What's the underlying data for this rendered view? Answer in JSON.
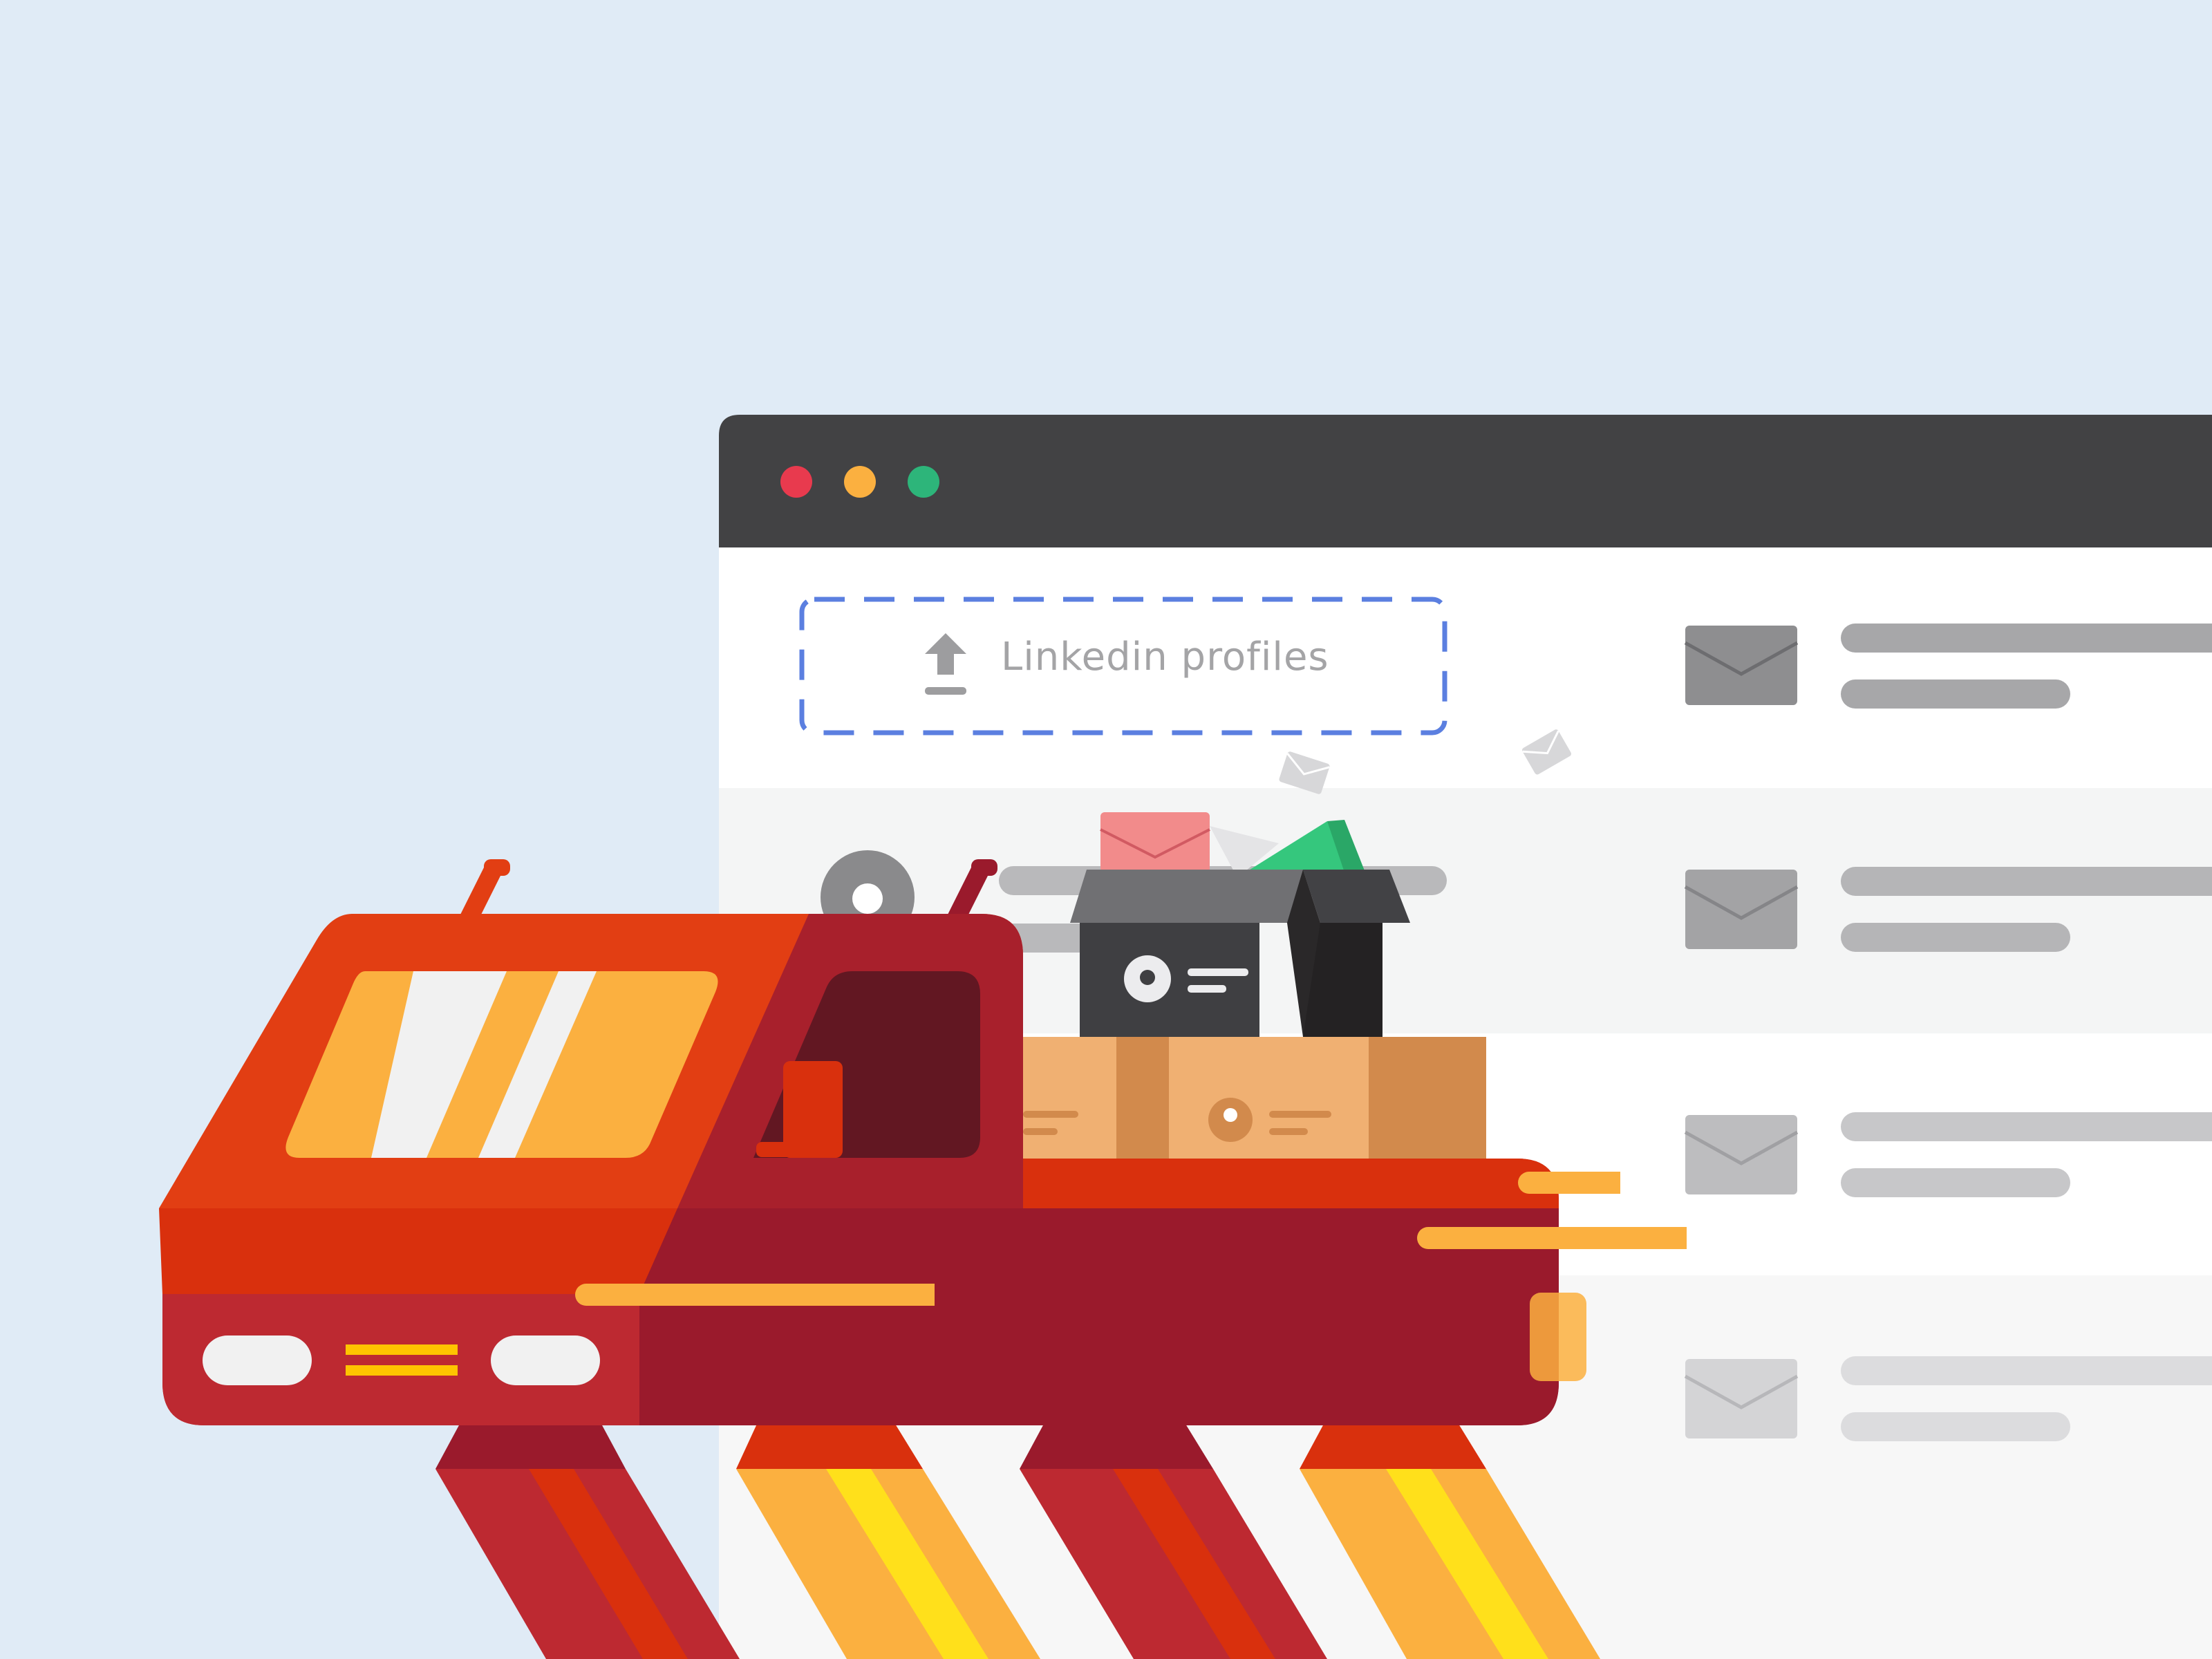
{
  "window": {
    "controls": [
      "close-dot",
      "minimize-dot",
      "maximize-dot"
    ],
    "colors": {
      "titlebar": "#424244",
      "close": "#e83a4e",
      "minimize": "#fbb040",
      "maximize": "#2db57a"
    }
  },
  "upload": {
    "label": "Linkedin profiles",
    "icon": "upload-arrow-icon",
    "border_color": "#5b7fe0"
  },
  "list": {
    "rows": 4,
    "row_icon": "envelope-icon"
  },
  "illustration": {
    "subject": "robot-walker-truck",
    "cargo": [
      "dark-box-with-contact-card",
      "cardboard-box-with-contact-card",
      "envelopes"
    ],
    "colors": {
      "orange_red": "#e23e13",
      "crimson": "#9a1a2c",
      "yellow": "#fbb040",
      "accent_yellow": "#ffe01b"
    }
  }
}
